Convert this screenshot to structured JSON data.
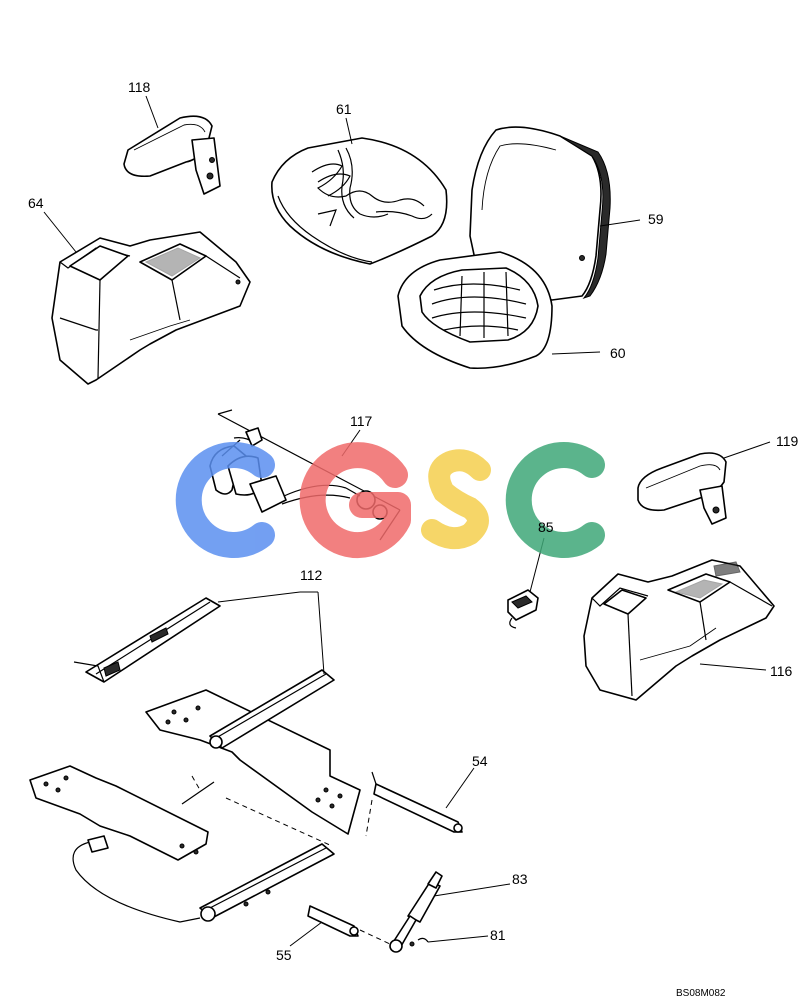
{
  "colors": {
    "wm_c": "#5b8ff0",
    "wm_g": "#f06a6a",
    "wm_s": "#f5d04e",
    "wm_c2": "#3fa878"
  },
  "callouts": [
    {
      "id": "118",
      "text": "118"
    },
    {
      "id": "61",
      "text": "61"
    },
    {
      "id": "64",
      "text": "64"
    },
    {
      "id": "59",
      "text": "59"
    },
    {
      "id": "60",
      "text": "60"
    },
    {
      "id": "117",
      "text": "117"
    },
    {
      "id": "119",
      "text": "119"
    },
    {
      "id": "85",
      "text": "85"
    },
    {
      "id": "112",
      "text": "112"
    },
    {
      "id": "116",
      "text": "116"
    },
    {
      "id": "54",
      "text": "54"
    },
    {
      "id": "83",
      "text": "83"
    },
    {
      "id": "81",
      "text": "81"
    },
    {
      "id": "55",
      "text": "55"
    }
  ],
  "drawing_code": "BS08M082"
}
